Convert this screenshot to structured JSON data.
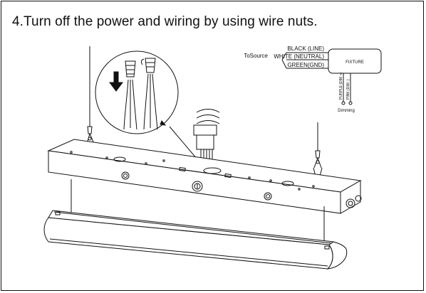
{
  "step": {
    "title": "4.Turn off the power and wiring by using wire nuts."
  },
  "wiring": {
    "source_label": "ToSource",
    "wire_black": "BLACK (LINE)",
    "wire_white": "WHITE (NEUTRAL)",
    "wire_green": "GREEN(GND)",
    "fixture_label": "FIXTURE",
    "wire_purple": "PURPLE (DIM +)",
    "wire_pink": "PINK (DIM -)",
    "dimming_label": "Dimming"
  },
  "colors": {
    "ink": "#111111",
    "background": "#ffffff"
  },
  "icons": {
    "wire_nut_arrow": "down-arrow-icon"
  }
}
